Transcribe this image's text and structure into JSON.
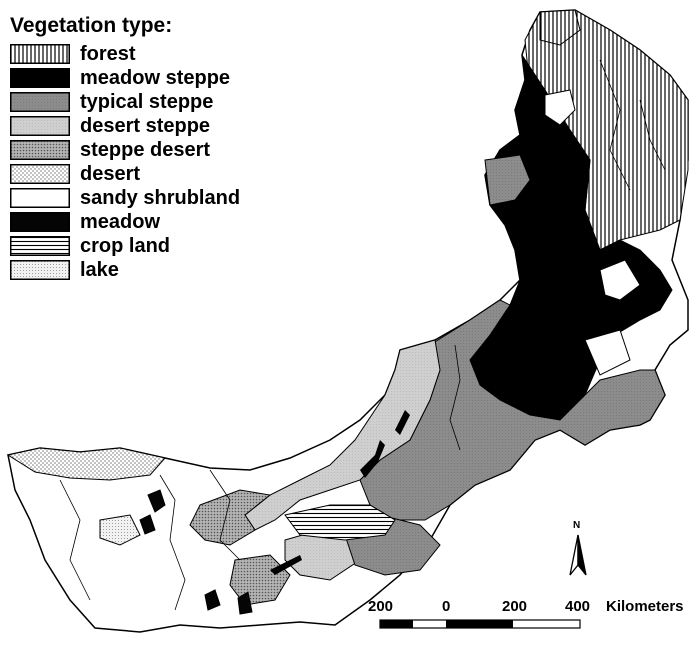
{
  "legend": {
    "title": "Vegetation type:",
    "items": [
      {
        "label": "forest",
        "pattern": "pat-forest"
      },
      {
        "label": "meadow steppe",
        "pattern": "pat-meadow-steppe"
      },
      {
        "label": "typical steppe",
        "pattern": "pat-typical-steppe"
      },
      {
        "label": "desert steppe",
        "pattern": "pat-desert-steppe"
      },
      {
        "label": "steppe desert",
        "pattern": "pat-steppe-desert"
      },
      {
        "label": "desert",
        "pattern": "pat-desert"
      },
      {
        "label": "sandy shrubland",
        "pattern": "pat-sandy-shrubland"
      },
      {
        "label": "meadow",
        "pattern": "pat-meadow"
      },
      {
        "label": "crop land",
        "pattern": "pat-crop-land"
      },
      {
        "label": "lake",
        "pattern": "pat-lake"
      }
    ]
  },
  "scale_bar": {
    "labels": [
      "200",
      "0",
      "200",
      "400"
    ],
    "unit": "Kilometers"
  },
  "north_arrow": {
    "label": "N"
  },
  "colors": {
    "black": "#000000",
    "typical_steppe": "#8c8c8c",
    "desert_steppe": "#c8c8c8",
    "steppe_desert": "#a0a0a0"
  }
}
